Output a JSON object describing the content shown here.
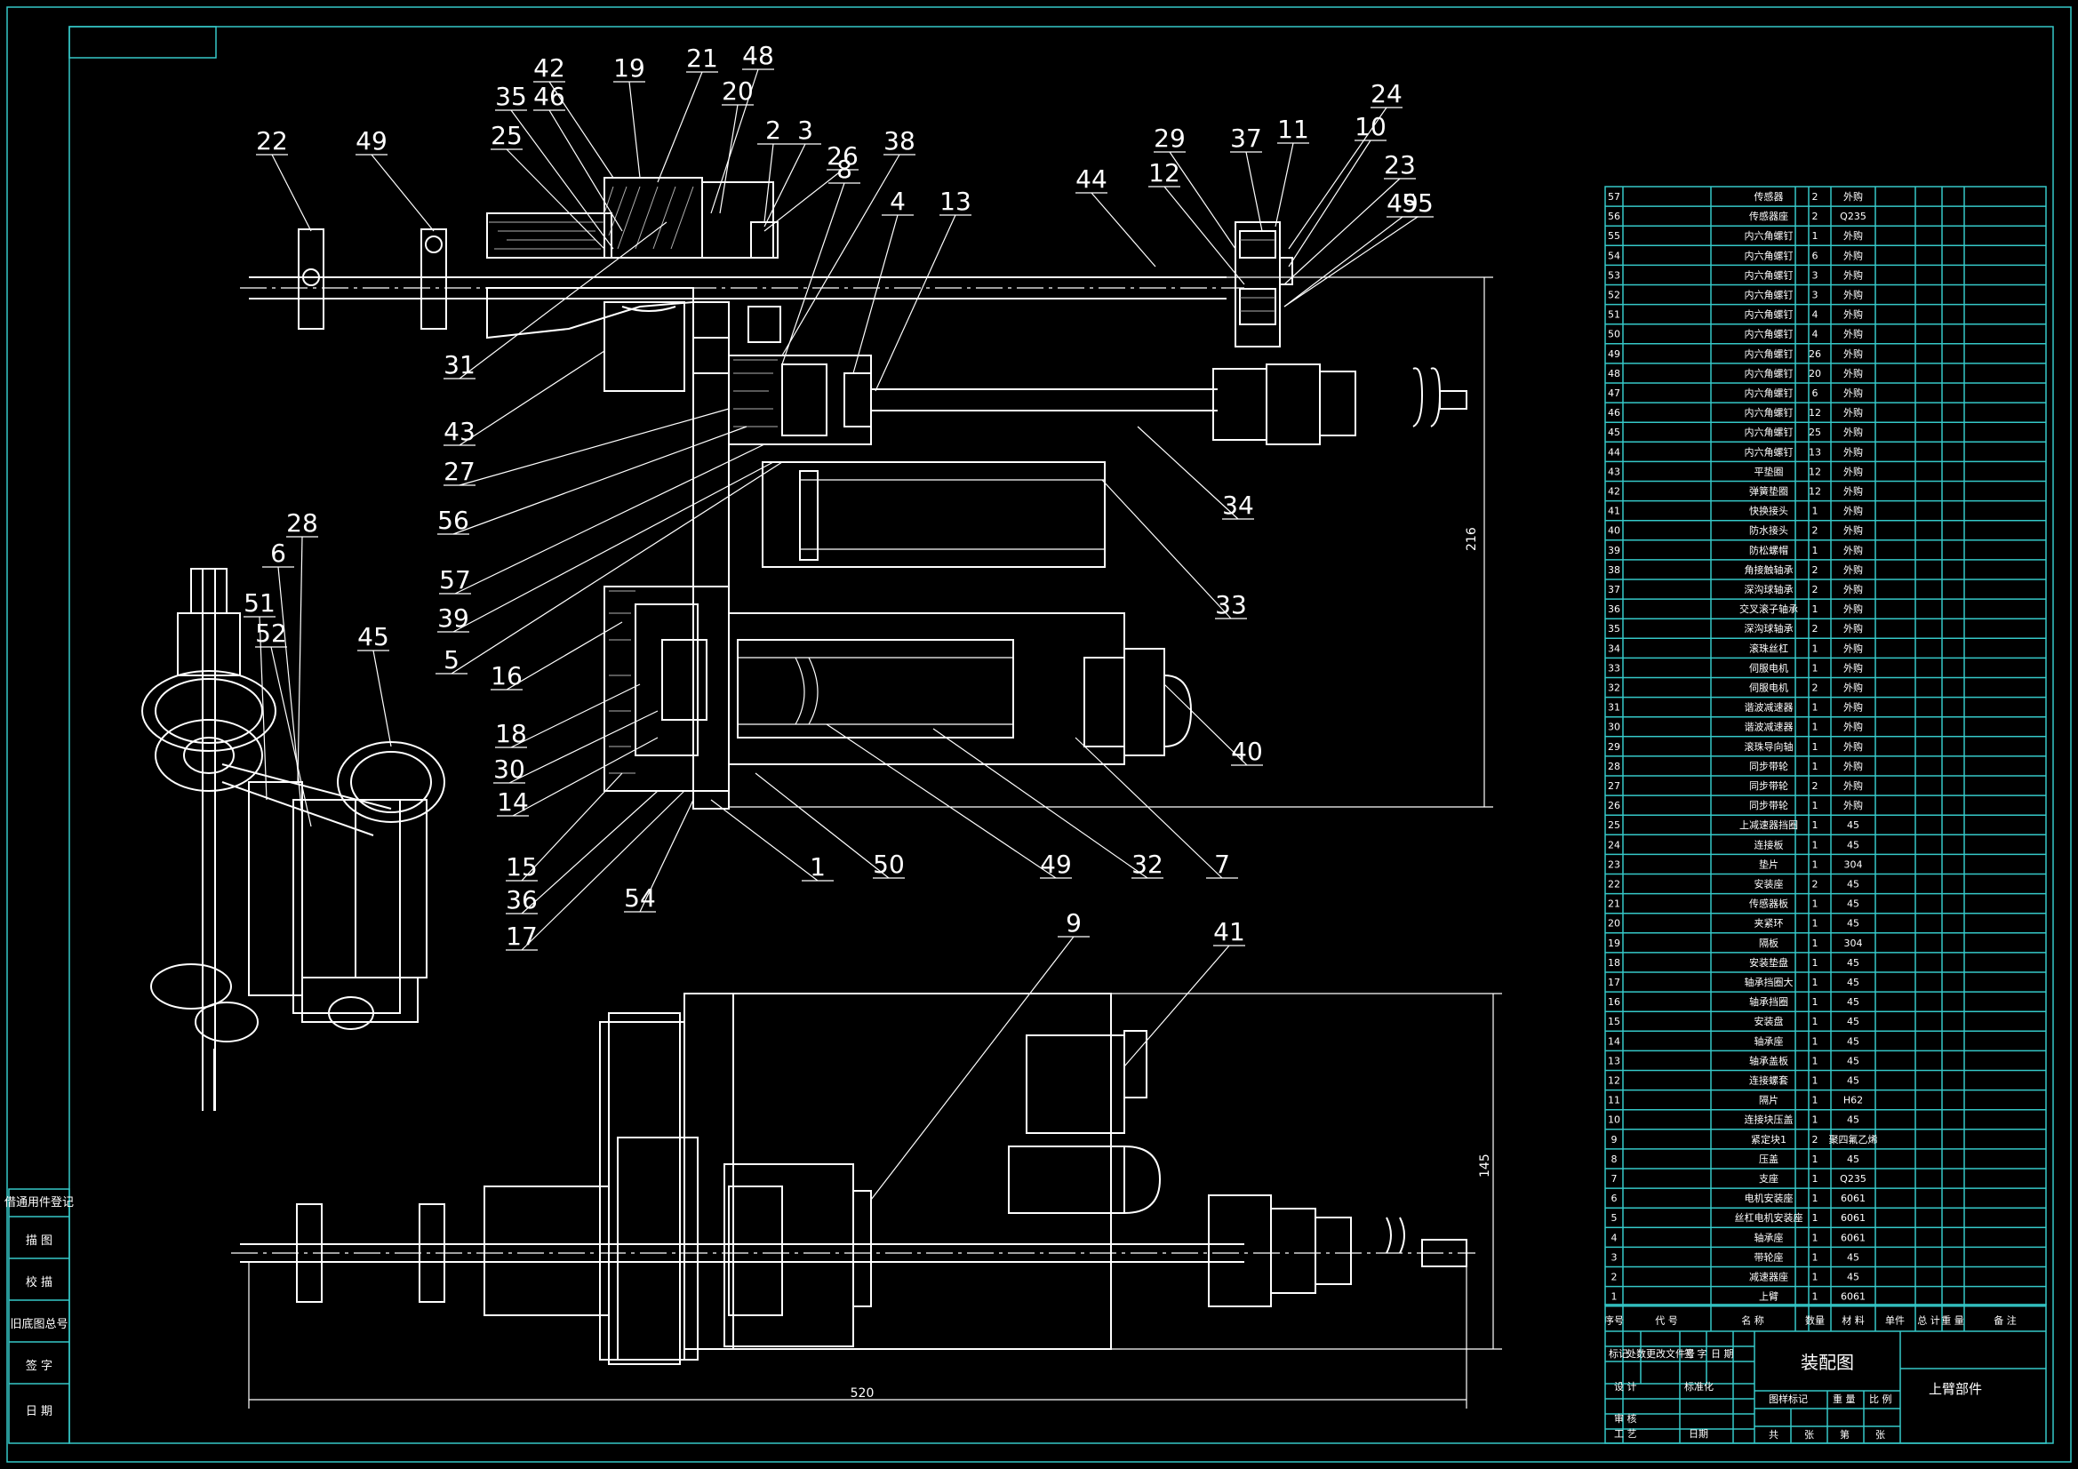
{
  "title_block": {
    "drawing_title": "装配图",
    "part_name": "上臂部件",
    "header_cols": [
      "序号",
      "代 号",
      "名 称",
      "数量",
      "材 料",
      "单件",
      "总 计",
      "重 量",
      "备 注"
    ],
    "small_labels": [
      "标记",
      "处数",
      "更改文件号",
      "签 字",
      "日 期",
      "设 计",
      "标准化",
      "审 核",
      "工 艺",
      "日期",
      "图样标记",
      "重 量",
      "比 例",
      "共",
      "张",
      "第",
      "张"
    ]
  },
  "side_block": [
    "借通用件登记",
    "描 图",
    "校 描",
    "旧底图总号",
    "签 字",
    "日 期"
  ],
  "dimensions": {
    "vertical_top": "216",
    "vertical_bottom": "145",
    "horizontal": "520"
  },
  "bom": [
    {
      "no": "57",
      "name": "传感器",
      "qty": "2",
      "mat": "外购"
    },
    {
      "no": "56",
      "name": "传感器座",
      "qty": "2",
      "mat": "Q235"
    },
    {
      "no": "55",
      "name": "内六角螺钉",
      "qty": "1",
      "mat": "外购"
    },
    {
      "no": "54",
      "name": "内六角螺钉",
      "qty": "6",
      "mat": "外购"
    },
    {
      "no": "53",
      "name": "内六角螺钉",
      "qty": "3",
      "mat": "外购"
    },
    {
      "no": "52",
      "name": "内六角螺钉",
      "qty": "3",
      "mat": "外购"
    },
    {
      "no": "51",
      "name": "内六角螺钉",
      "qty": "4",
      "mat": "外购"
    },
    {
      "no": "50",
      "name": "内六角螺钉",
      "qty": "4",
      "mat": "外购"
    },
    {
      "no": "49",
      "name": "内六角螺钉",
      "qty": "26",
      "mat": "外购"
    },
    {
      "no": "48",
      "name": "内六角螺钉",
      "qty": "20",
      "mat": "外购"
    },
    {
      "no": "47",
      "name": "内六角螺钉",
      "qty": "6",
      "mat": "外购"
    },
    {
      "no": "46",
      "name": "内六角螺钉",
      "qty": "12",
      "mat": "外购"
    },
    {
      "no": "45",
      "name": "内六角螺钉",
      "qty": "25",
      "mat": "外购"
    },
    {
      "no": "44",
      "name": "内六角螺钉",
      "qty": "13",
      "mat": "外购"
    },
    {
      "no": "43",
      "name": "平垫圈",
      "qty": "12",
      "mat": "外购"
    },
    {
      "no": "42",
      "name": "弹簧垫圈",
      "qty": "12",
      "mat": "外购"
    },
    {
      "no": "41",
      "name": "快换接头",
      "qty": "1",
      "mat": "外购"
    },
    {
      "no": "40",
      "name": "防水接头",
      "qty": "2",
      "mat": "外购"
    },
    {
      "no": "39",
      "name": "防松螺帽",
      "qty": "1",
      "mat": "外购"
    },
    {
      "no": "38",
      "name": "角接触轴承",
      "qty": "2",
      "mat": "外购"
    },
    {
      "no": "37",
      "name": "深沟球轴承",
      "qty": "2",
      "mat": "外购"
    },
    {
      "no": "36",
      "name": "交叉滚子轴承",
      "qty": "1",
      "mat": "外购"
    },
    {
      "no": "35",
      "name": "深沟球轴承",
      "qty": "2",
      "mat": "外购"
    },
    {
      "no": "34",
      "name": "滚珠丝杠",
      "qty": "1",
      "mat": "外购"
    },
    {
      "no": "33",
      "name": "伺服电机",
      "qty": "1",
      "mat": "外购"
    },
    {
      "no": "32",
      "name": "伺服电机",
      "qty": "2",
      "mat": "外购"
    },
    {
      "no": "31",
      "name": "谐波减速器",
      "qty": "1",
      "mat": "外购"
    },
    {
      "no": "30",
      "name": "谐波减速器",
      "qty": "1",
      "mat": "外购"
    },
    {
      "no": "29",
      "name": "滚珠导向轴",
      "qty": "1",
      "mat": "外购"
    },
    {
      "no": "28",
      "name": "同步带轮",
      "qty": "1",
      "mat": "外购"
    },
    {
      "no": "27",
      "name": "同步带轮",
      "qty": "2",
      "mat": "外购"
    },
    {
      "no": "26",
      "name": "同步带轮",
      "qty": "1",
      "mat": "外购"
    },
    {
      "no": "25",
      "name": "上减速器挡圈",
      "qty": "1",
      "mat": "45"
    },
    {
      "no": "24",
      "name": "连接板",
      "qty": "1",
      "mat": "45"
    },
    {
      "no": "23",
      "name": "垫片",
      "qty": "1",
      "mat": "304"
    },
    {
      "no": "22",
      "name": "安装座",
      "qty": "2",
      "mat": "45"
    },
    {
      "no": "21",
      "name": "传感器板",
      "qty": "1",
      "mat": "45"
    },
    {
      "no": "20",
      "name": "夹紧环",
      "qty": "1",
      "mat": "45"
    },
    {
      "no": "19",
      "name": "隔板",
      "qty": "1",
      "mat": "304"
    },
    {
      "no": "18",
      "name": "安装垫盘",
      "qty": "1",
      "mat": "45"
    },
    {
      "no": "17",
      "name": "轴承挡圈大",
      "qty": "1",
      "mat": "45"
    },
    {
      "no": "16",
      "name": "轴承挡圈",
      "qty": "1",
      "mat": "45"
    },
    {
      "no": "15",
      "name": "安装盘",
      "qty": "1",
      "mat": "45"
    },
    {
      "no": "14",
      "name": "轴承座",
      "qty": "1",
      "mat": "45"
    },
    {
      "no": "13",
      "name": "轴承盖板",
      "qty": "1",
      "mat": "45"
    },
    {
      "no": "12",
      "name": "连接螺套",
      "qty": "1",
      "mat": "45"
    },
    {
      "no": "11",
      "name": "隔片",
      "qty": "1",
      "mat": "H62"
    },
    {
      "no": "10",
      "name": "连接块压盖",
      "qty": "1",
      "mat": "45"
    },
    {
      "no": "9",
      "name": "紧定块1",
      "qty": "2",
      "mat": "聚四氟乙烯"
    },
    {
      "no": "8",
      "name": "压盖",
      "qty": "1",
      "mat": "45"
    },
    {
      "no": "7",
      "name": "支座",
      "qty": "1",
      "mat": "Q235"
    },
    {
      "no": "6",
      "name": "电机安装座",
      "qty": "1",
      "mat": "6061"
    },
    {
      "no": "5",
      "name": "丝杠电机安装座",
      "qty": "1",
      "mat": "6061"
    },
    {
      "no": "4",
      "name": "轴承座",
      "qty": "1",
      "mat": "6061"
    },
    {
      "no": "3",
      "name": "带轮座",
      "qty": "1",
      "mat": "45"
    },
    {
      "no": "2",
      "name": "减速器座",
      "qty": "1",
      "mat": "45"
    },
    {
      "no": "1",
      "name": "上臂",
      "qty": "1",
      "mat": "6061"
    }
  ],
  "callouts": [
    "42",
    "19",
    "21",
    "48",
    "35",
    "46",
    "20",
    "25",
    "2",
    "3",
    "26",
    "22",
    "49",
    "38",
    "8",
    "4",
    "13",
    "44",
    "29",
    "37",
    "11",
    "24",
    "10",
    "23",
    "55",
    "12",
    "49",
    "31",
    "43",
    "27",
    "56",
    "57",
    "39",
    "5",
    "34",
    "33",
    "16",
    "18",
    "30",
    "14",
    "15",
    "36",
    "17",
    "54",
    "1",
    "50",
    "49",
    "32",
    "7",
    "40",
    "28",
    "6",
    "51",
    "52",
    "45",
    "9",
    "41"
  ]
}
